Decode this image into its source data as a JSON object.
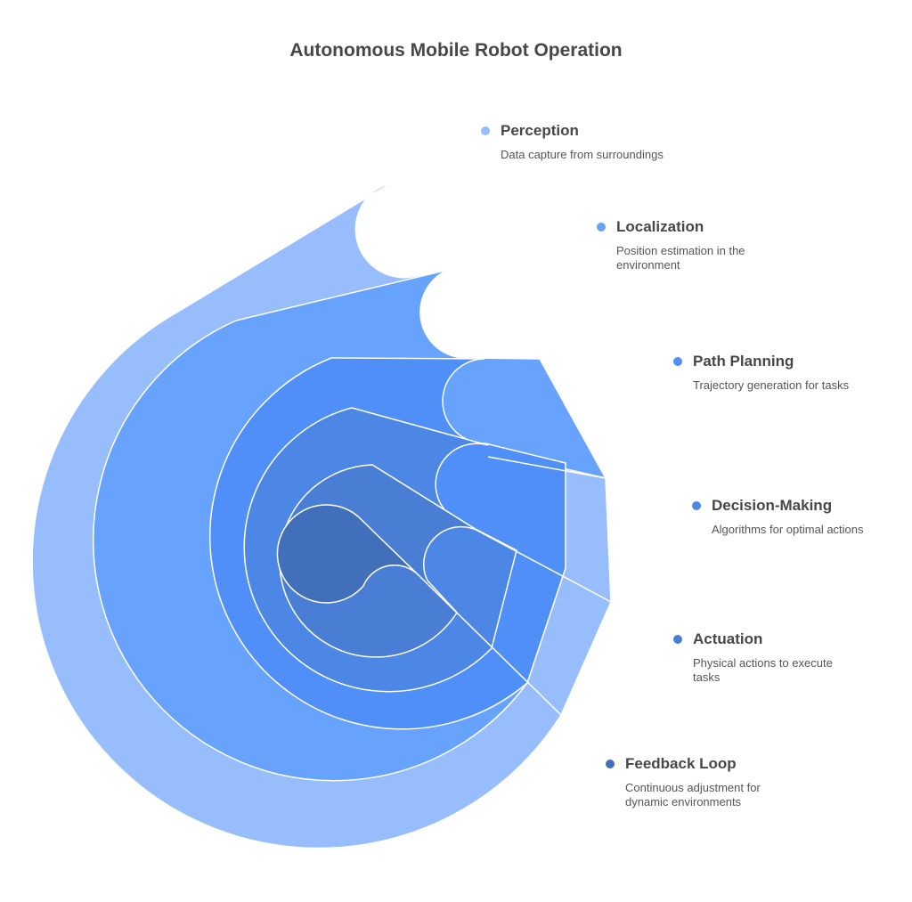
{
  "title": "Autonomous Mobile Robot Operation",
  "layers": [
    {
      "name": "Perception",
      "description": "Data capture from surroundings",
      "color": "#97bdfd"
    },
    {
      "name": "Localization",
      "description": "Position estimation in the environment",
      "color": "#67a2fc"
    },
    {
      "name": "Path Planning",
      "description": "Trajectory generation for tasks",
      "color": "#4f8ff7"
    },
    {
      "name": "Decision-Making",
      "description": "Algorithms for optimal actions",
      "color": "#4d87e6"
    },
    {
      "name": "Actuation",
      "description": "Physical actions to execute tasks",
      "color": "#4a7ed5"
    },
    {
      "name": "Feedback Loop",
      "description": "Continuous adjustment for dynamic environments",
      "color": "#426fba"
    }
  ]
}
